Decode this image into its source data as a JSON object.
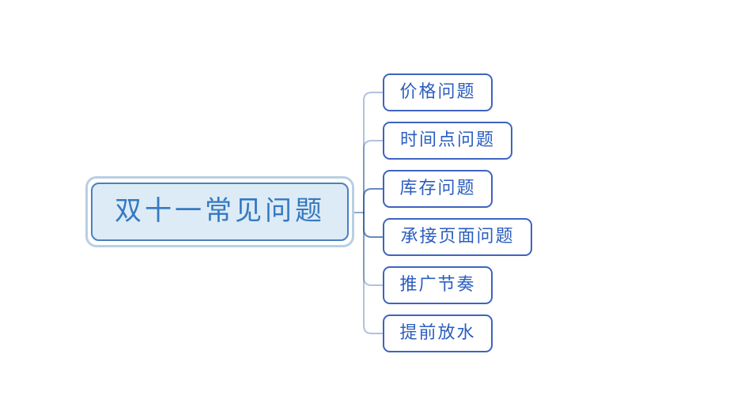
{
  "mindmap": {
    "type": "mindmap",
    "root": {
      "label": "双十一常见问题",
      "selected": true
    },
    "children": [
      {
        "label": "价格问题"
      },
      {
        "label": "时间点问题"
      },
      {
        "label": "库存问题"
      },
      {
        "label": "承接页面问题"
      },
      {
        "label": "推广节奏"
      },
      {
        "label": "提前放水"
      }
    ],
    "colors": {
      "background": "#ffffff",
      "root_fill": "#dcebf6",
      "root_border": "#4a80bf",
      "root_text": "#3579c0",
      "root_selection_ring": "#b9cfe3",
      "child_fill": "#ffffff",
      "child_border": "#3e63c1",
      "child_text": "#2b5ec0",
      "connector_light": "#a5b9d7",
      "connector_dark": "#4f75b1"
    }
  }
}
